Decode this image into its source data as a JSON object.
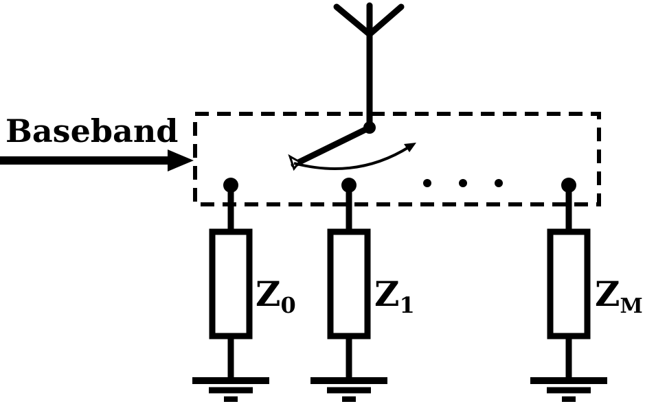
{
  "input_label": "Baseband",
  "ellipsis": "…",
  "loads": [
    {
      "name": "Z",
      "sub": "0"
    },
    {
      "name": "Z",
      "sub": "1"
    },
    {
      "name": "Z",
      "sub": "M"
    }
  ],
  "colors": {
    "stroke": "#000000",
    "background": "#ffffff"
  }
}
